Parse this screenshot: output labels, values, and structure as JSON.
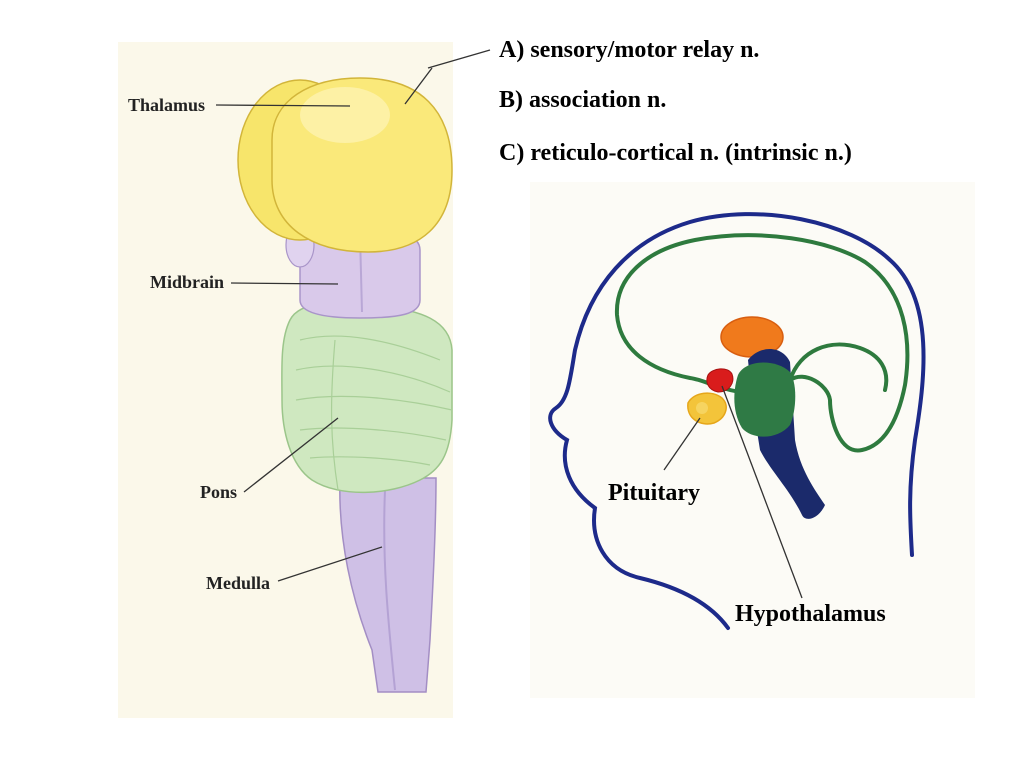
{
  "brainstem_labels": {
    "thalamus": "Thalamus",
    "midbrain": "Midbrain",
    "pons": "Pons",
    "medulla": "Medulla"
  },
  "nuclei_list": [
    "A) sensory/motor relay n.",
    "B) association n.",
    "C) reticulo-cortical n. (intrinsic n.)"
  ],
  "head_labels": {
    "pituitary": "Pituitary",
    "hypothalamus": "Hypothalamus"
  },
  "colors": {
    "thalamus": "#f7e56b",
    "midbrain": "#d9c9ea",
    "pons": "#cfe8c0",
    "medulla": "#cfc0e6",
    "head_outline": "#1d2a8a",
    "brain_outline": "#2e7a3e",
    "orange_structure": "#f07a1c",
    "red_structure": "#d91c1c",
    "pituitary_gland": "#f3c43a",
    "green_structure": "#2f7a45",
    "navy_stem": "#1b2a6b"
  }
}
